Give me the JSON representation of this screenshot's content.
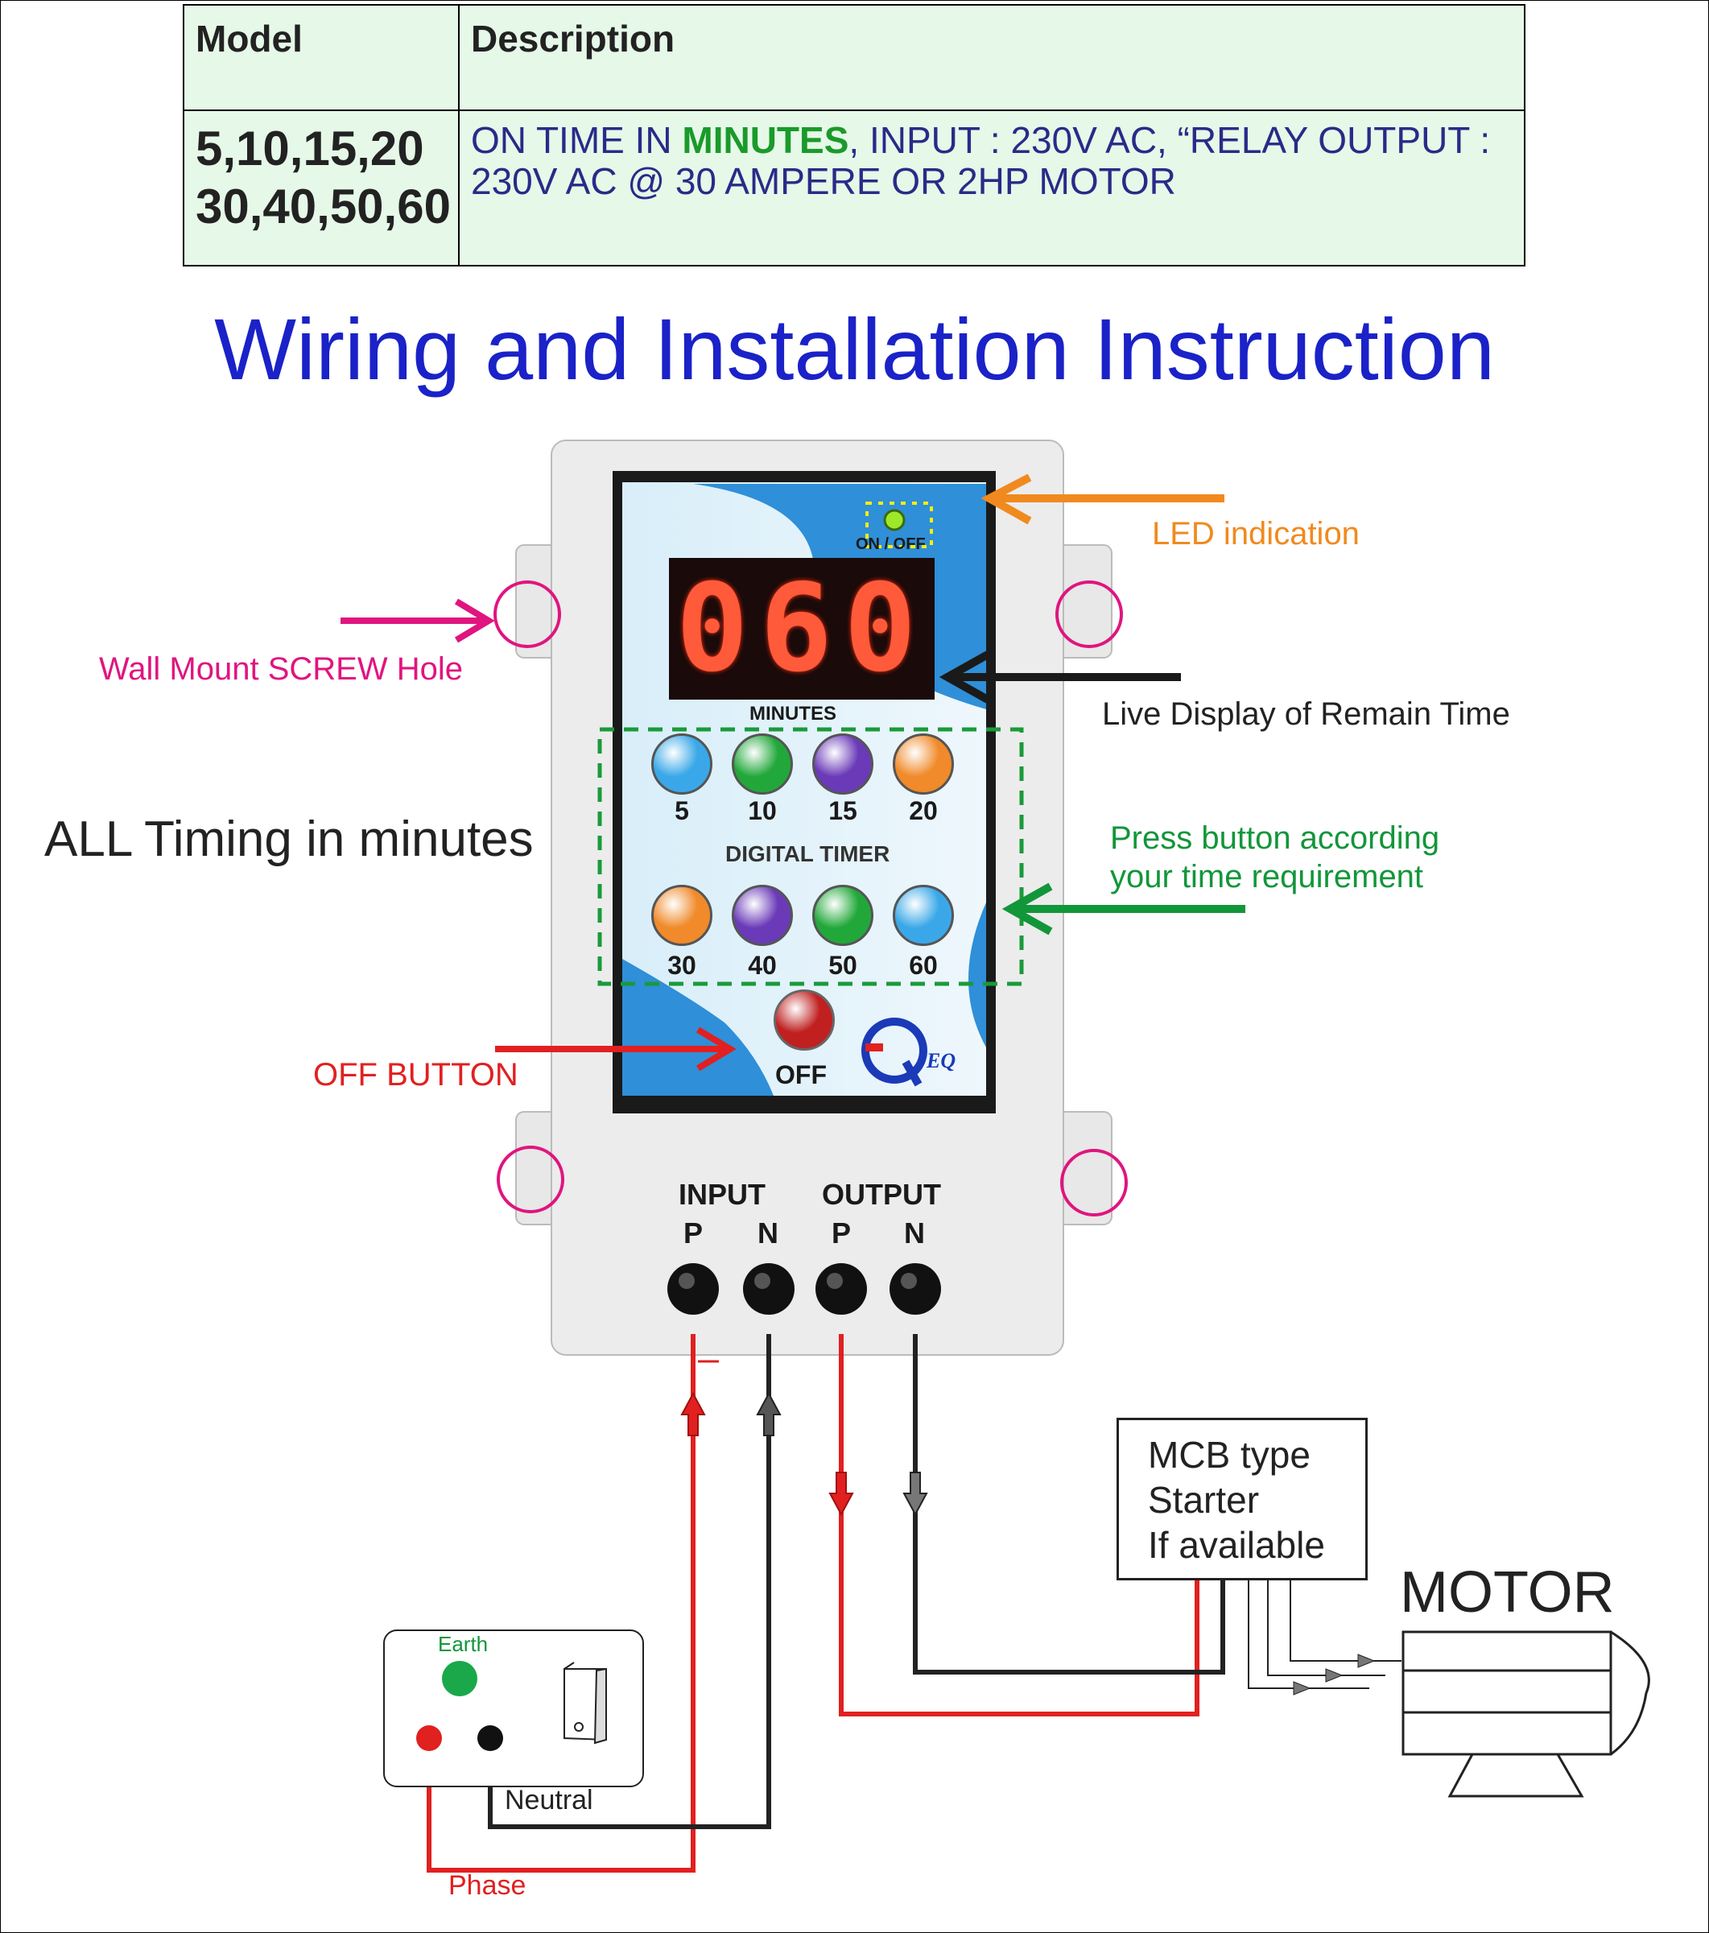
{
  "spec_table": {
    "headers": {
      "model": "Model",
      "description": "Description"
    },
    "models": [
      "5,10,15,20",
      "30,40,50,60"
    ],
    "description": {
      "prefix": "ON TIME IN ",
      "highlight": "MINUTES",
      "rest": ", INPUT : 230V AC, “RELAY OUTPUT : 230V AC @ 30 AMPERE OR 2HP MOTOR"
    }
  },
  "title": "Wiring and Installation Instruction",
  "device": {
    "led_text": "ON / OFF",
    "display_value": "060",
    "display_unit": "MINUTES",
    "panel_label": "DIGITAL TIMER",
    "buttons_top": [
      {
        "label": "5",
        "color": "#3aa8e8"
      },
      {
        "label": "10",
        "color": "#22a83a"
      },
      {
        "label": "15",
        "color": "#6a3ab8"
      },
      {
        "label": "20",
        "color": "#f08a2a"
      }
    ],
    "buttons_bottom": [
      {
        "label": "30",
        "color": "#f08a2a"
      },
      {
        "label": "40",
        "color": "#6a3ab8"
      },
      {
        "label": "50",
        "color": "#22a83a"
      },
      {
        "label": "60",
        "color": "#3aa8e8"
      }
    ],
    "off_label": "OFF",
    "off_color": "#c02020",
    "logo_text": "EQ",
    "input_label": "INPUT",
    "output_label": "OUTPUT",
    "terminals": [
      "P",
      "N",
      "P",
      "N"
    ]
  },
  "annotations": {
    "led": "LED indication",
    "screw": "Wall Mount SCREW Hole",
    "live_display": "Live Display of Remain Time",
    "all_timing": "ALL Timing in minutes",
    "press_line1": "Press button according",
    "press_line2": "your time requirement",
    "off_button": "OFF BUTTON"
  },
  "wiring": {
    "mcb_lines": [
      "MCB type",
      "Starter",
      "If available"
    ],
    "motor": "MOTOR",
    "socket_earth": "Earth",
    "neutral": "Neutral",
    "phase": "Phase"
  },
  "colors": {
    "title": "#1a22c8",
    "phase_wire": "#e12020",
    "neutral_wire": "#222222",
    "led_arrow": "#f08a1e",
    "screw_marker": "#e0157f",
    "press_arrow": "#12963a"
  }
}
